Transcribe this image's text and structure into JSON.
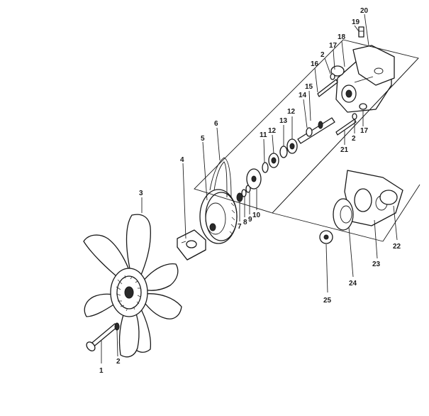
{
  "diagram": {
    "callouts": [
      "1",
      "2",
      "3",
      "4",
      "5",
      "6",
      "7",
      "8",
      "9",
      "10",
      "11",
      "12",
      "12",
      "13",
      "14",
      "15",
      "16",
      "17",
      "17",
      "18",
      "2",
      "2",
      "19",
      "20",
      "21",
      "22",
      "23",
      "24",
      "25"
    ]
  }
}
